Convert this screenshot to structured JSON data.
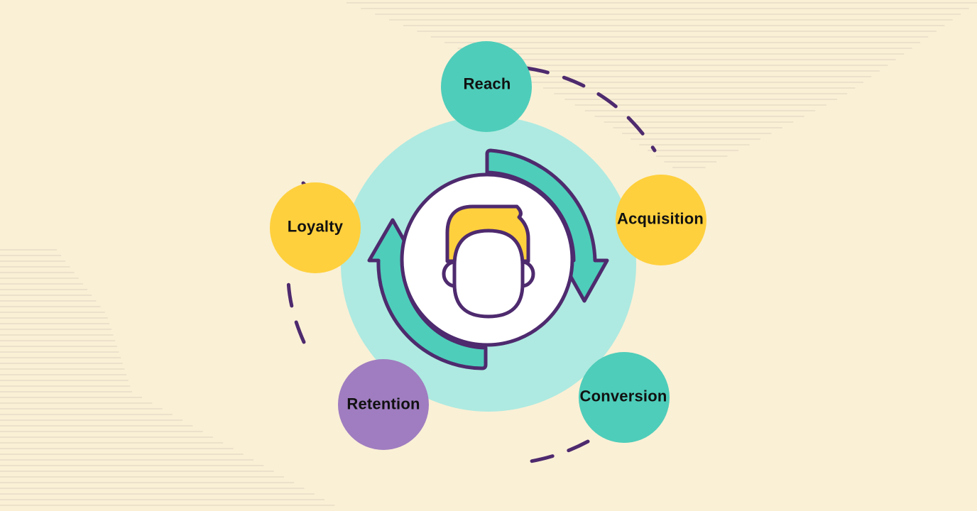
{
  "diagram": {
    "stages": [
      {
        "id": "reach",
        "label": "Reach",
        "color": "#4ECDBA"
      },
      {
        "id": "acquisition",
        "label": "Acquisition",
        "color": "#FFD03D"
      },
      {
        "id": "conversion",
        "label": "Conversion",
        "color": "#4ECDBA"
      },
      {
        "id": "retention",
        "label": "Retention",
        "color": "#A07DC0"
      },
      {
        "id": "loyalty",
        "label": "Loyalty",
        "color": "#FFD03D"
      }
    ],
    "colors": {
      "background": "#FAF0D6",
      "hub_ring": "#AEEAE1",
      "arrows": "#4ECDBA",
      "outline": "#4E2A6E",
      "hair": "#FFD03D",
      "face": "#FFFFFF",
      "stripes": "#E3D8C2"
    },
    "icons": [
      "cycle-arrows-icon",
      "person-head-icon"
    ]
  }
}
